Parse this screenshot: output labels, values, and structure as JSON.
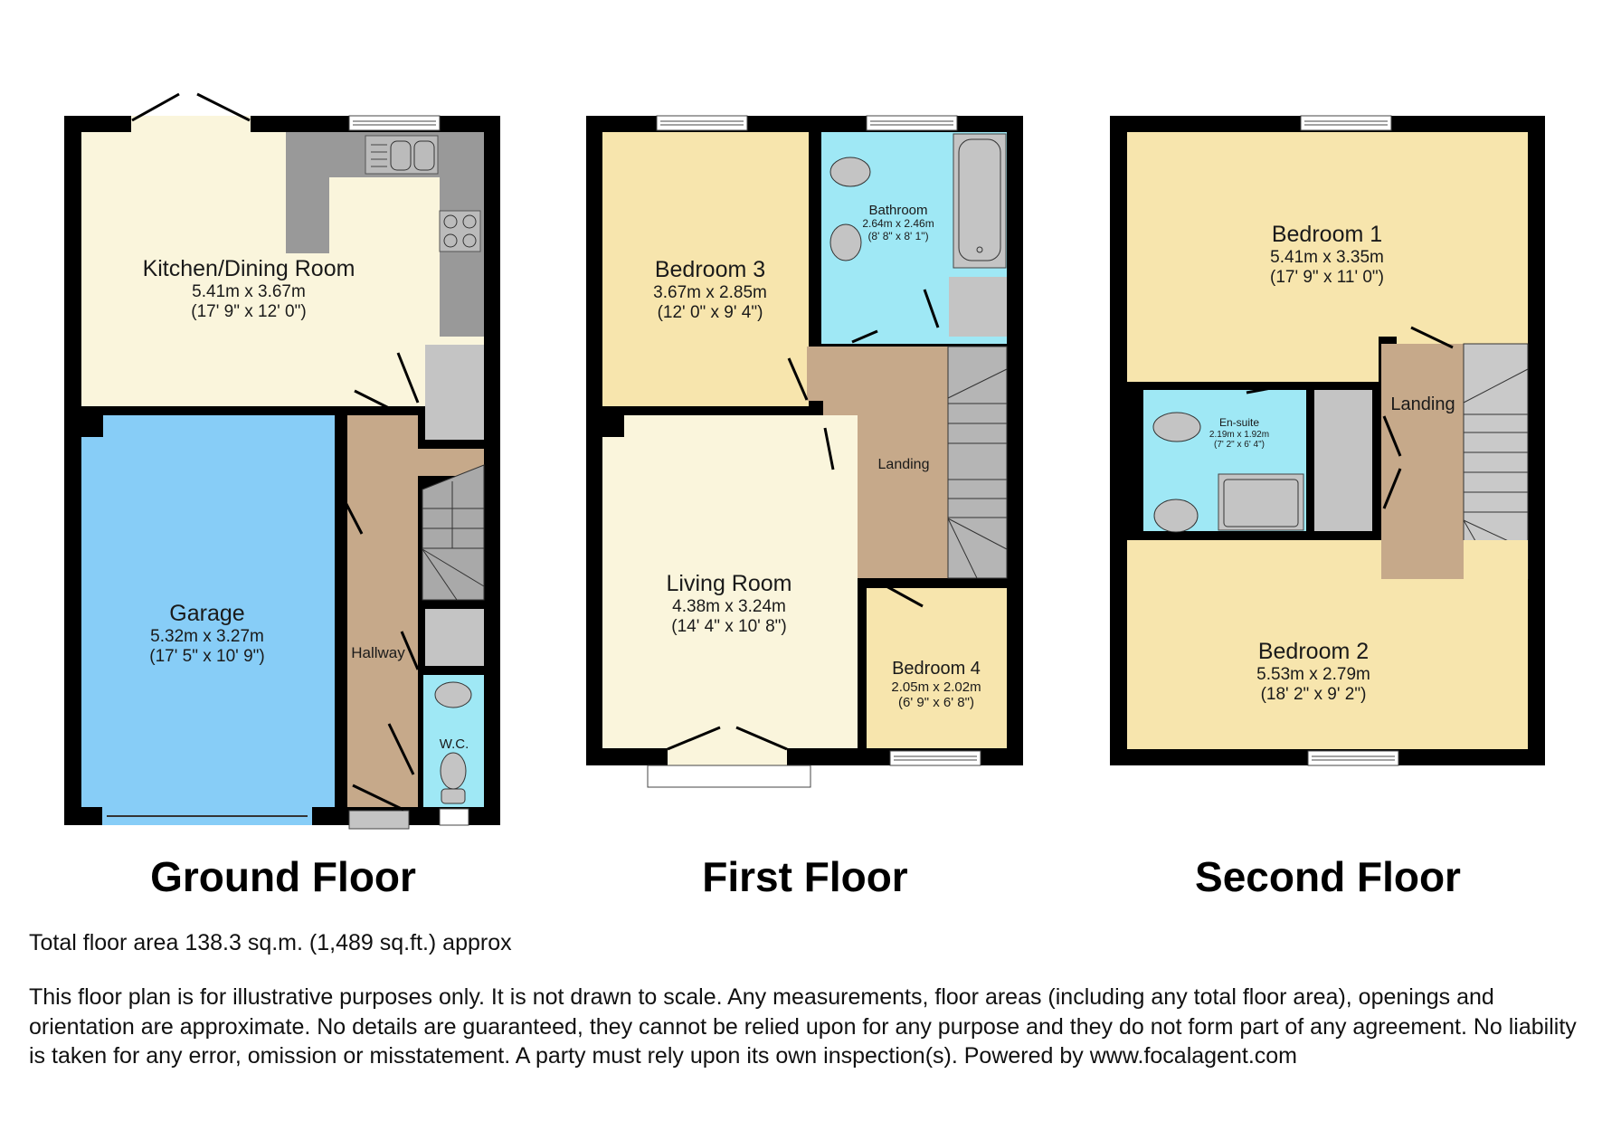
{
  "floors": {
    "ground": {
      "title": "Ground Floor",
      "rooms": {
        "kitchen": {
          "name": "Kitchen/Dining Room",
          "metric": "5.41m x 3.67m",
          "imperial": "(17' 9\" x 12' 0\")"
        },
        "garage": {
          "name": "Garage",
          "metric": "5.32m x 3.27m",
          "imperial": "(17' 5\" x 10' 9\")"
        },
        "hallway": {
          "name": "Hallway"
        },
        "wc": {
          "name": "W.C."
        }
      }
    },
    "first": {
      "title": "First Floor",
      "rooms": {
        "bedroom3": {
          "name": "Bedroom 3",
          "metric": "3.67m x 2.85m",
          "imperial": "(12' 0\" x 9' 4\")"
        },
        "bathroom": {
          "name": "Bathroom",
          "metric": "2.64m x 2.46m",
          "imperial": "(8' 8\" x 8' 1\")"
        },
        "landing": {
          "name": "Landing"
        },
        "living": {
          "name": "Living Room",
          "metric": "4.38m x 3.24m",
          "imperial": "(14' 4\" x 10' 8\")"
        },
        "bedroom4": {
          "name": "Bedroom 4",
          "metric": "2.05m x 2.02m",
          "imperial": "(6' 9\" x 6' 8\")"
        }
      }
    },
    "second": {
      "title": "Second Floor",
      "rooms": {
        "bedroom1": {
          "name": "Bedroom 1",
          "metric": "5.41m x 3.35m",
          "imperial": "(17' 9\" x 11' 0\")"
        },
        "ensuite": {
          "name": "En-suite",
          "metric": "2.19m x 1.92m",
          "imperial": "(7' 2\" x 6' 4\")"
        },
        "landing": {
          "name": "Landing"
        },
        "bedroom2": {
          "name": "Bedroom 2",
          "metric": "5.53m x 2.79m",
          "imperial": "(18' 2\" x 9' 2\")"
        }
      }
    }
  },
  "footer": {
    "total_area": "Total floor area 138.3 sq.m. (1,489 sq.ft.) approx",
    "disclaimer": "This floor plan is for illustrative purposes only. It is not drawn to scale. Any measurements, floor areas (including any total floor area), openings and orientation are approximate. No details are guaranteed, they cannot be relied upon for any purpose and they do not form part of any agreement. No liability is taken for any error, omission or misstatement. A party must rely upon its own inspection(s). Powered by www.focalagent.com"
  },
  "colors": {
    "wall": "#000000",
    "kitchen_living": "#faf5dc",
    "bedroom": "#f7e5ad",
    "garage": "#87cdf7",
    "wet_room": "#9fe8f5",
    "hall_landing": "#c6a98a",
    "cupboard": "#c4c4c4",
    "worktop": "#999999",
    "stairs": "#a9a9a9"
  }
}
